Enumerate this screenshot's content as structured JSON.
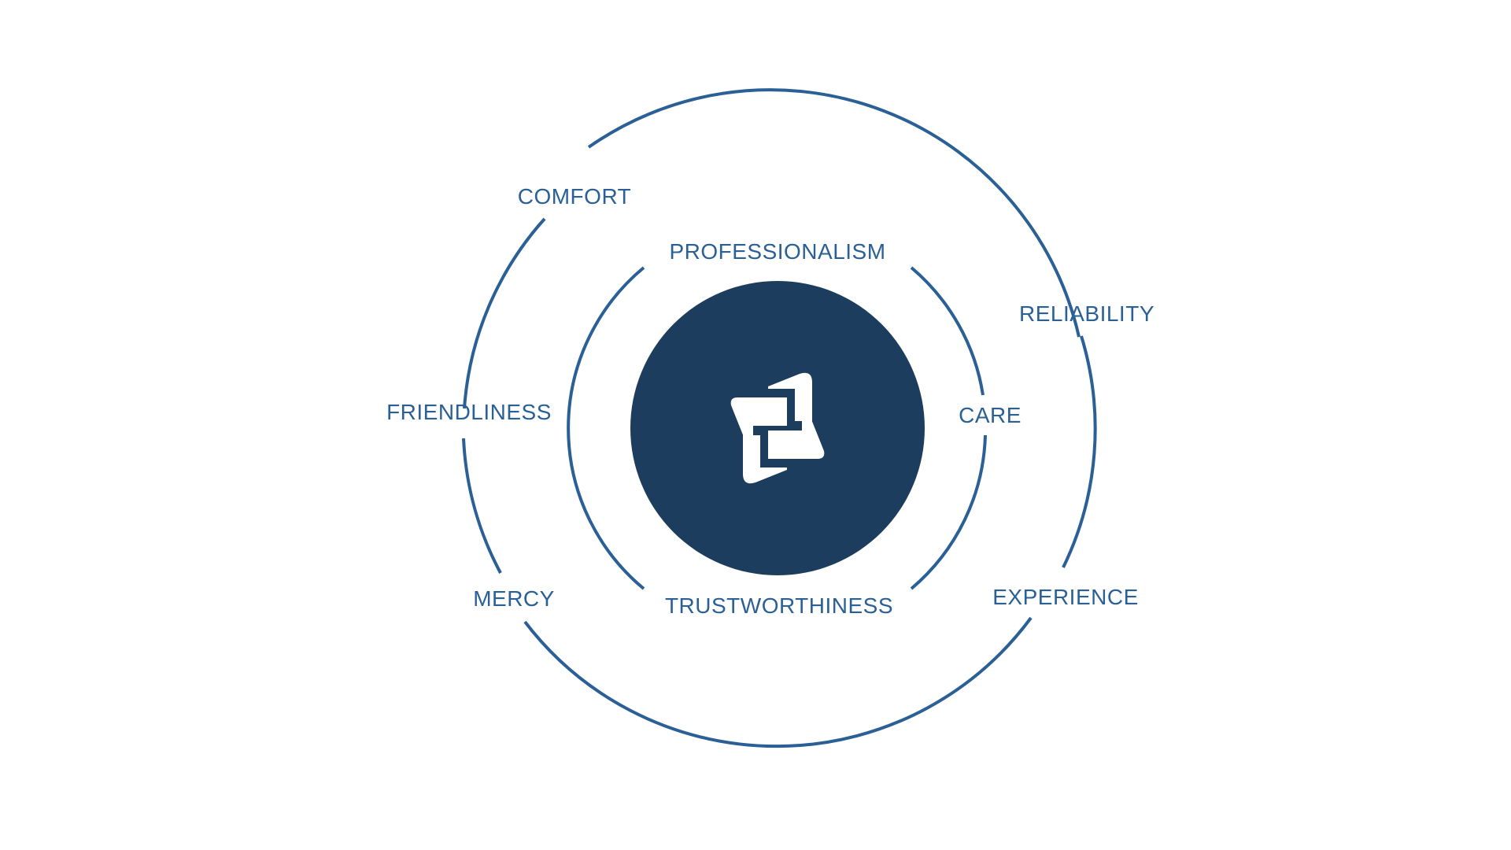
{
  "colors": {
    "background": "#ffffff",
    "ring_stroke": "#2a6096",
    "label_text": "#2a6096",
    "core_fill": "#1c3d5e",
    "logo_fill": "#ffffff"
  },
  "center": {
    "logo_icon": "interlocking-squares-logo-icon"
  },
  "inner_ring": {
    "labels": [
      "PROFESSIONALISM",
      "CARE",
      "TRUSTWORTHINESS"
    ]
  },
  "outer_ring": {
    "labels": [
      "COMFORT",
      "RELIABILITY",
      "FRIENDLINESS",
      "MERCY",
      "EXPERIENCE"
    ]
  }
}
